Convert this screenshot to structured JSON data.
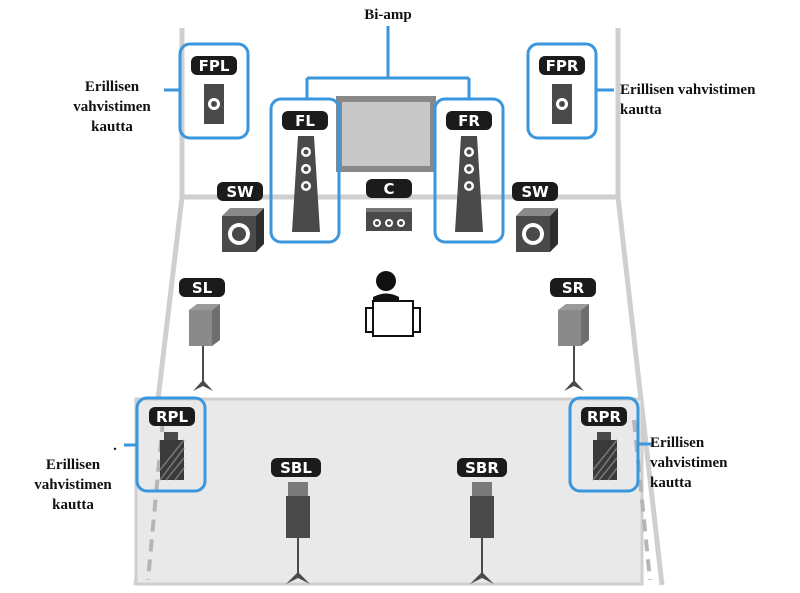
{
  "bi_amp_label": "Bi-amp",
  "speakers": {
    "fpl": "FPL",
    "fpr": "FPR",
    "fl": "FL",
    "fr": "FR",
    "c": "C",
    "sw_left": "SW",
    "sw_right": "SW",
    "sl": "SL",
    "sr": "SR",
    "rpl": "RPL",
    "rpr": "RPR",
    "sbl": "SBL",
    "sbr": "SBR"
  },
  "notes": {
    "fpl": [
      "Erillisen",
      "vahvistimen",
      "kautta"
    ],
    "fpr": [
      "Erillisen vahvistimen",
      "kautta"
    ],
    "rpl_dot": ".",
    "rpl": [
      "Erillisen",
      "vahvistimen",
      "kautta"
    ],
    "rpr": [
      "Erillisen",
      "vahvistimen",
      "kautta"
    ]
  },
  "colors": {
    "highlight": "#3a96dd",
    "badge": "#1b1b1b",
    "speaker": "#4a4a4a",
    "room_line": "#cfcfcf",
    "floor": "#e9e9e9",
    "tv_screen": "#c8c8c8"
  }
}
